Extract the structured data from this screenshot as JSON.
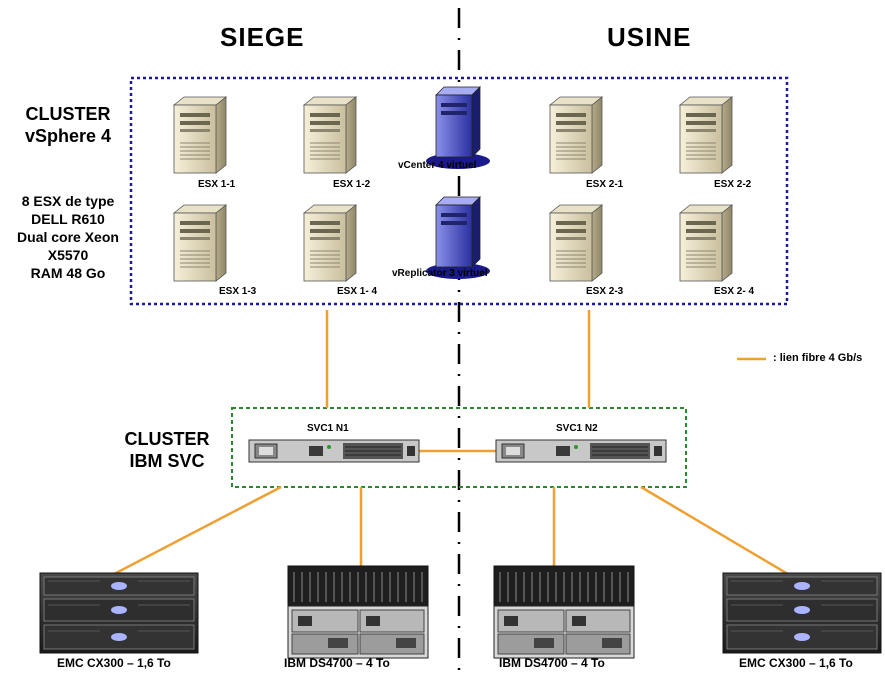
{
  "sites": {
    "left": "SIEGE",
    "right": "USINE"
  },
  "vsphere": {
    "line1": "CLUSTER",
    "line2": "vSphere 4"
  },
  "specs": [
    "8 ESX de type",
    "DELL R610",
    "Dual core Xeon",
    "X5570",
    "RAM 48 Go"
  ],
  "servers": {
    "esx11": "ESX 1-1",
    "esx12": "ESX 1-2",
    "esx21": "ESX 2-1",
    "esx22": "ESX 2-2",
    "esx13": "ESX 1-3",
    "esx14": "ESX 1- 4",
    "esx23": "ESX 2-3",
    "esx24": "ESX 2- 4"
  },
  "virtual": {
    "vcenter": "vCenter 4 virtuel",
    "vreplicator": "vReplicator 3 virtuel"
  },
  "legend": {
    "text": ": lien fibre 4 Gb/s",
    "color": "#f0a030"
  },
  "svc": {
    "line1": "CLUSTER",
    "line2": "IBM SVC",
    "n1": "SVC1 N1",
    "n2": "SVC1 N2"
  },
  "storage": {
    "emc_left": "EMC CX300 – 1,6 To",
    "ibm_left": "IBM DS4700 – 4 To",
    "ibm_right": "IBM DS4700 – 4 To",
    "emc_right": "EMC CX300 – 1,6 To"
  },
  "colors": {
    "vsphere_border": "#1a1a9a",
    "svc_border": "#2a8a2a",
    "fibre": "#f0a030"
  }
}
